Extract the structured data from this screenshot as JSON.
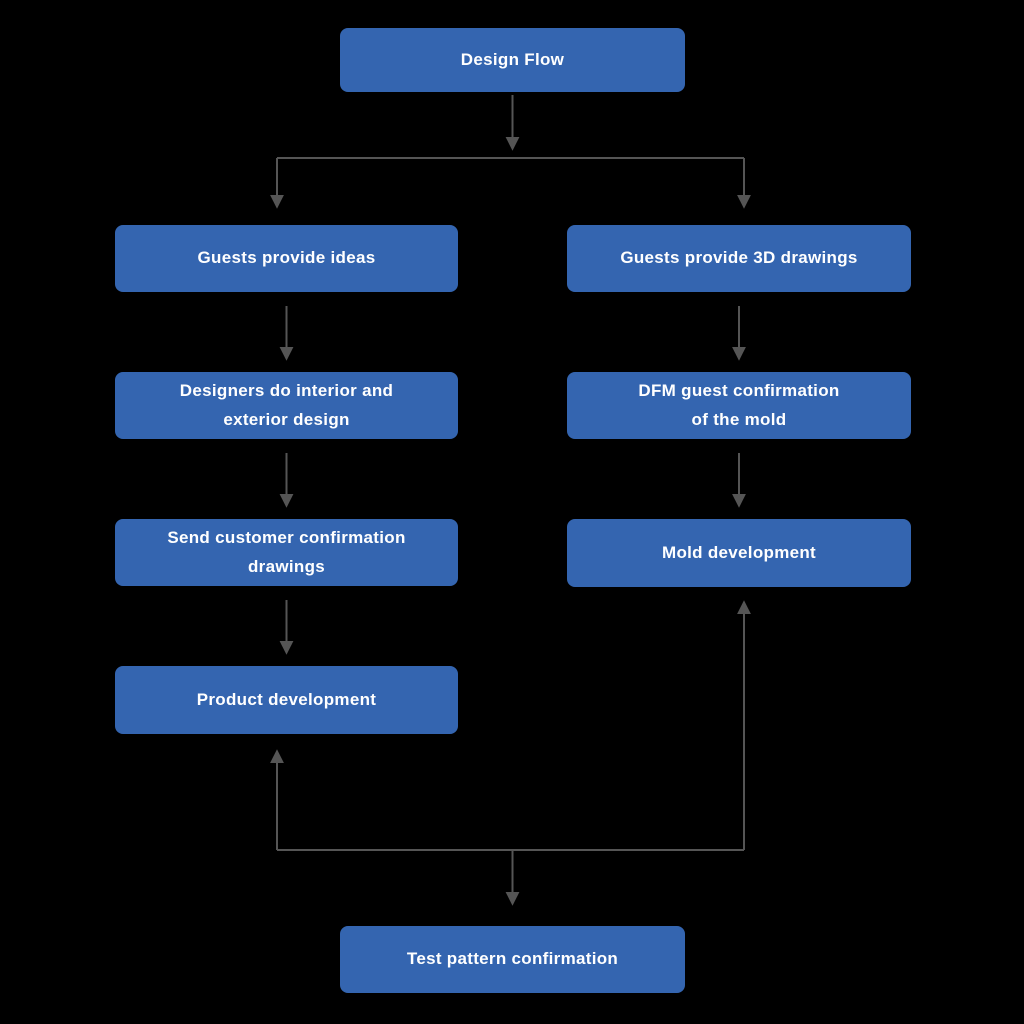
{
  "diagram": {
    "title": "Design Flow",
    "background_color": "#000000",
    "colors": {
      "node_bg": "#3465b0",
      "node_text": "#ffffff",
      "arrow": "#555555"
    },
    "nodes": {
      "title": "Design Flow",
      "guests_ideas": "Guests provide ideas",
      "designers_design": "Designers do interior and\nexterior design",
      "send_confirmation": "Send customer confirmation\ndrawings",
      "product_development": "Product development",
      "guests_3d": "Guests provide 3D drawings",
      "dfm_confirmation": "DFM guest confirmation\nof the mold",
      "mold_development": "Mold development",
      "test_pattern": "Test pattern confirmation"
    },
    "edges": [
      {
        "from": "title",
        "to": "branch-junction",
        "direction": "down"
      },
      {
        "from": "branch-junction",
        "to": "guests_ideas",
        "direction": "down"
      },
      {
        "from": "branch-junction",
        "to": "guests_3d",
        "direction": "down"
      },
      {
        "from": "guests_ideas",
        "to": "designers_design",
        "direction": "down"
      },
      {
        "from": "designers_design",
        "to": "send_confirmation",
        "direction": "down"
      },
      {
        "from": "send_confirmation",
        "to": "product_development",
        "direction": "down"
      },
      {
        "from": "guests_3d",
        "to": "dfm_confirmation",
        "direction": "down"
      },
      {
        "from": "dfm_confirmation",
        "to": "mold_development",
        "direction": "down"
      },
      {
        "from": "loop-junction",
        "to": "product_development",
        "direction": "up"
      },
      {
        "from": "loop-junction",
        "to": "mold_development",
        "direction": "up"
      },
      {
        "from": "loop-junction",
        "to": "test_pattern",
        "direction": "down"
      }
    ]
  }
}
